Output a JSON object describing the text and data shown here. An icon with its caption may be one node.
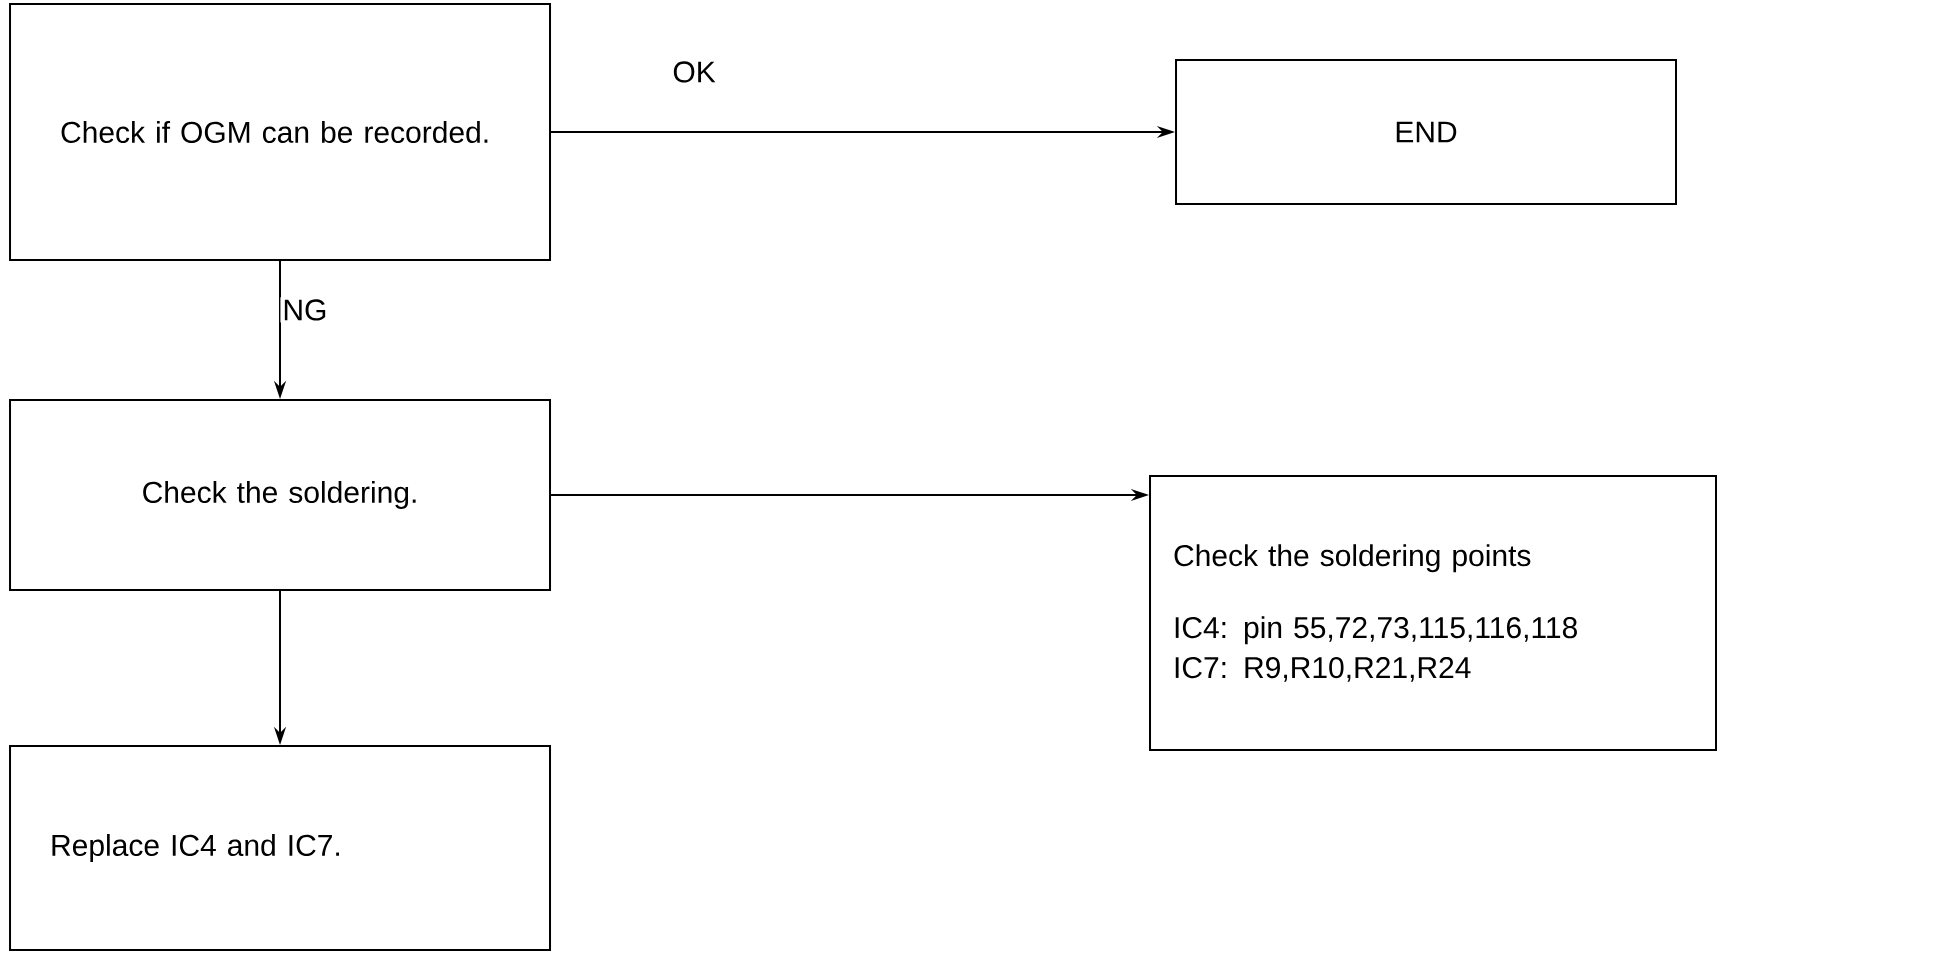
{
  "diagram": {
    "nodes": [
      {
        "text": [
          "Check if OGM can be recorded."
        ]
      },
      {
        "text": [
          "END"
        ]
      },
      {
        "text": [
          "Check the soldering."
        ]
      },
      {
        "text": [
          "Check the soldering points",
          "IC4: pin 55,72,73,115,116,118",
          "IC7: R9,R10,R21,R24"
        ]
      },
      {
        "text": [
          "Replace IC4 and IC7."
        ]
      }
    ],
    "edges": [
      {
        "from": 0,
        "to": 1,
        "arrow": "to",
        "label": "OK"
      },
      {
        "from": 0,
        "to": 2,
        "arrow": "to",
        "label": "NG"
      },
      {
        "from": 2,
        "to": 3,
        "arrow": "to"
      },
      {
        "from": 2,
        "to": 4,
        "arrow": "to"
      }
    ]
  }
}
